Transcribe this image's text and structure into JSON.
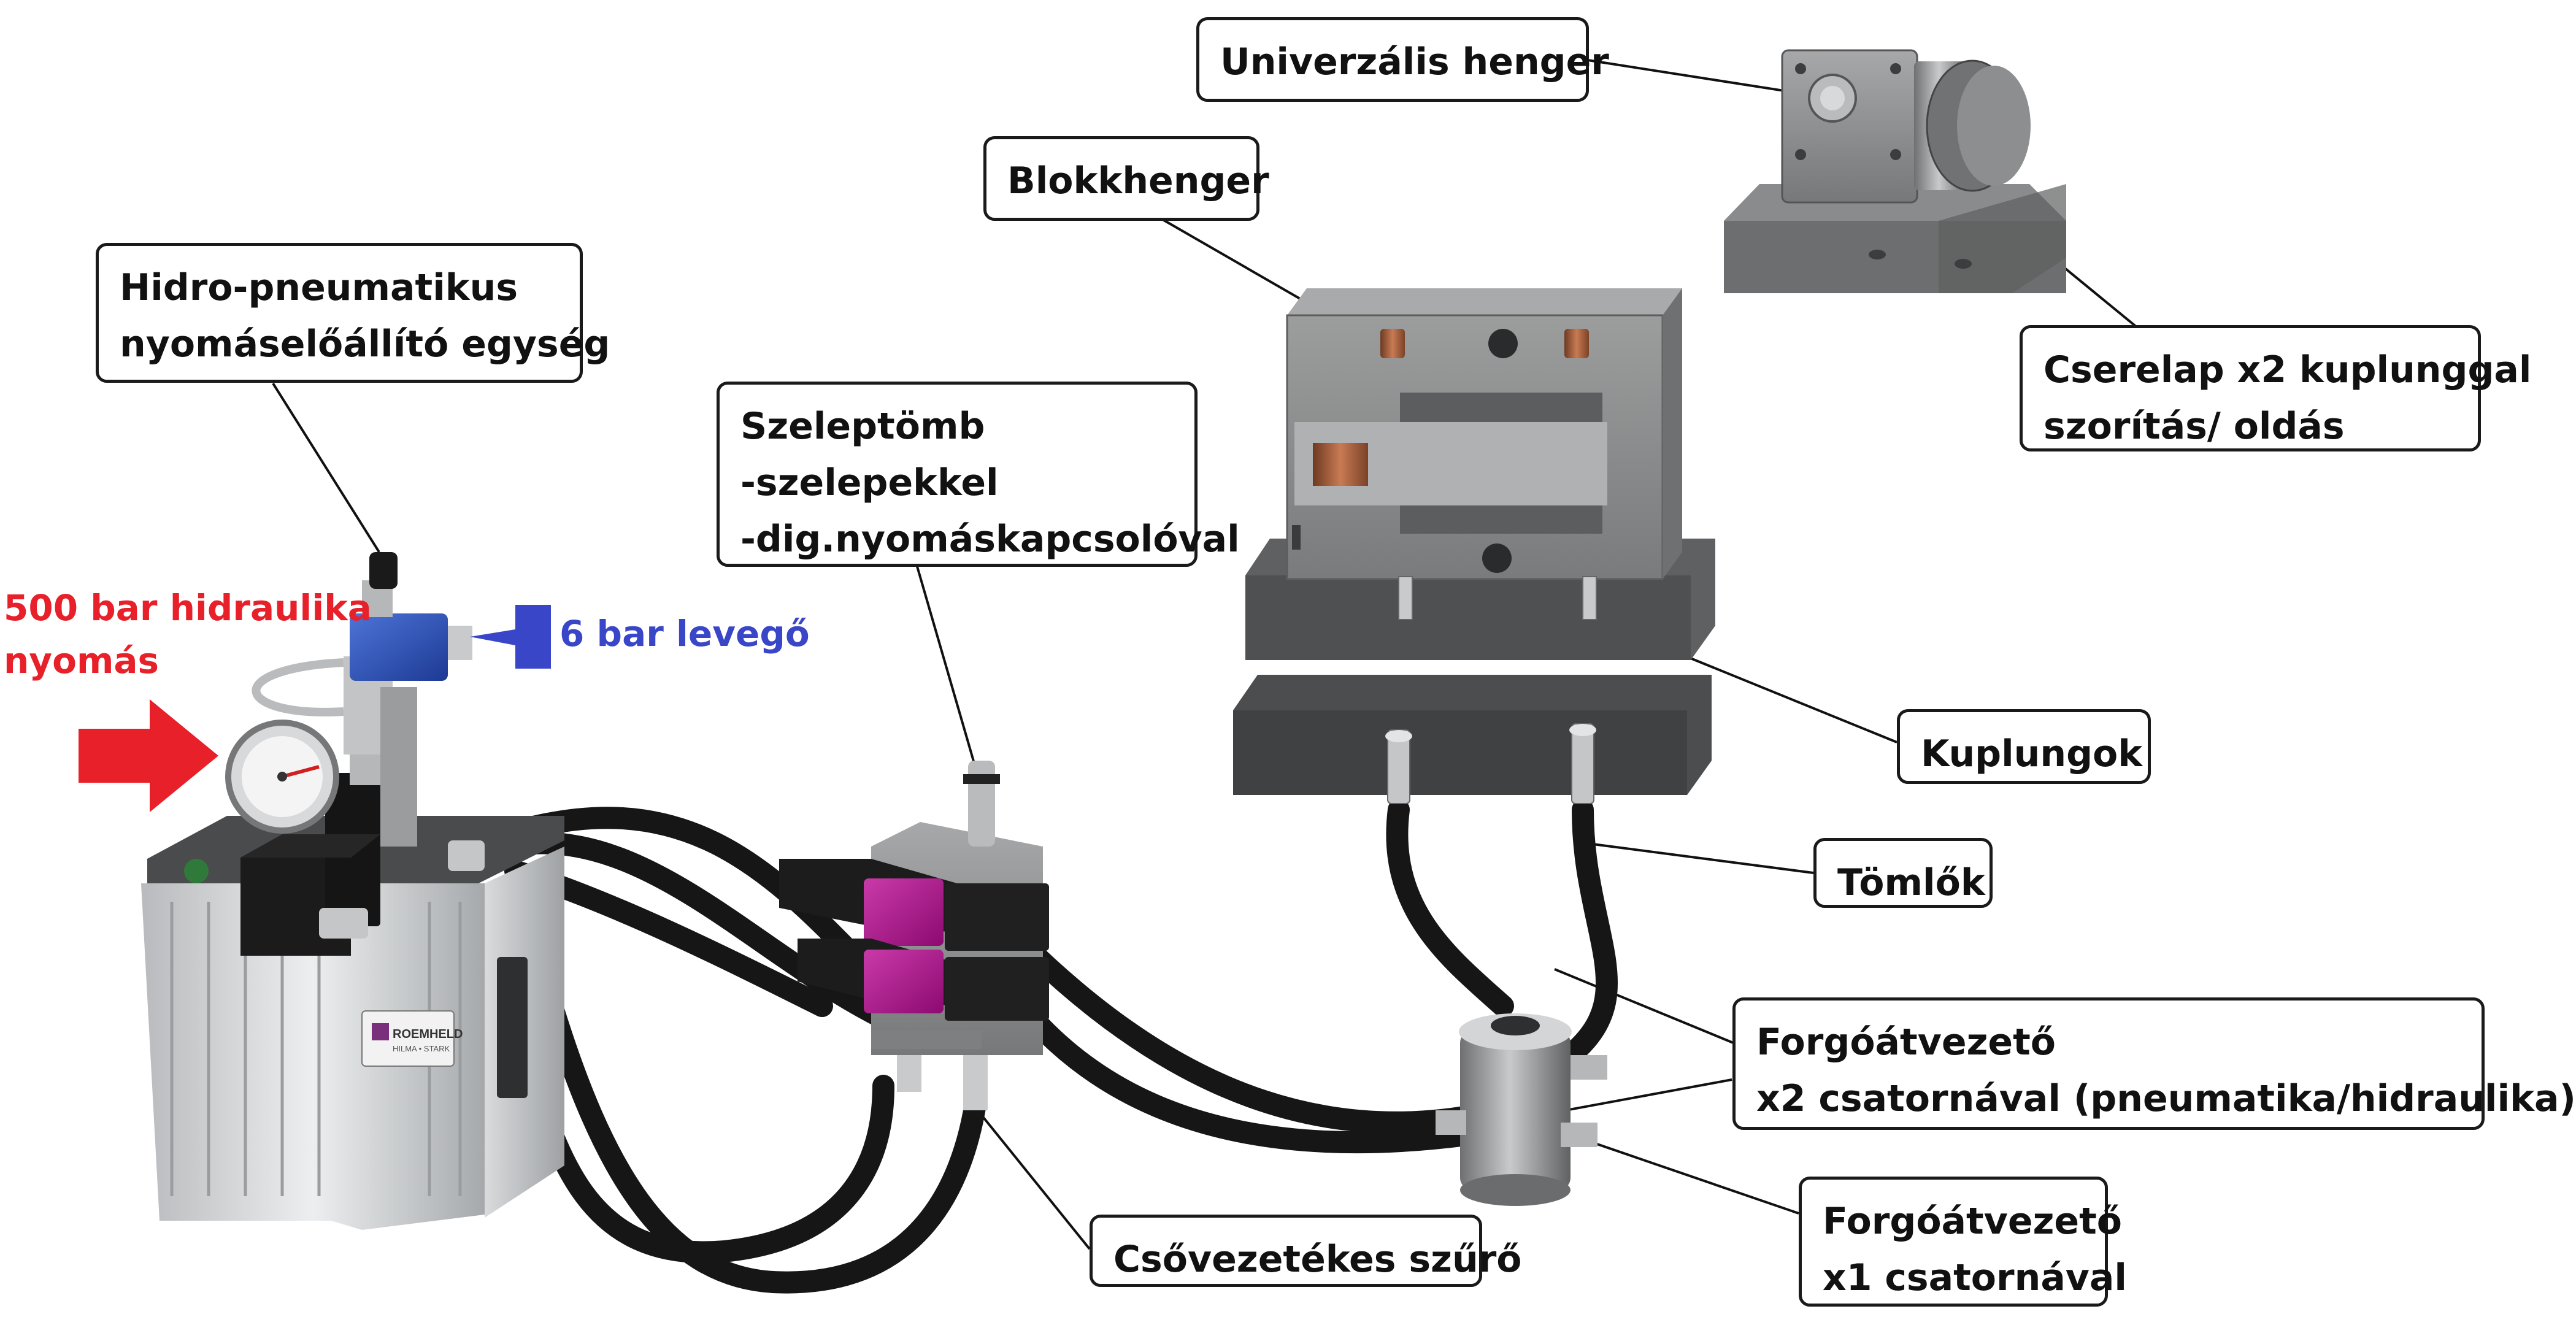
{
  "labels": {
    "univerzalis": "Univerzális henger",
    "blokkhenger": "Blokkhenger",
    "hidro": [
      "Hidro-pneumatikus",
      "nyomáselőállító egység"
    ],
    "szeleptomb": [
      "Szeleptömb",
      "-szelepekkel",
      "-dig.nyomáskapcsolóval"
    ],
    "cserelap": [
      "Cserelap x2 kuplunggal",
      "szorítás/ oldás"
    ],
    "kuplungok": "Kuplungok",
    "tomlok": "Tömlők",
    "forgo2": [
      "Forgóátvezető",
      "x2 csatornával (pneumatika/hidraulika)"
    ],
    "forgo1": [
      "Forgóátvezető",
      "x1 csatornával"
    ],
    "szuro": "Csővezetékes szűrő"
  },
  "pressure": {
    "hydraulic": [
      "500 bar hidraulika",
      "nyomás"
    ],
    "air": "6 bar levegő"
  },
  "brand": {
    "logo_text": [
      "ROEMHELD",
      "HILMA • STARK"
    ]
  },
  "colors": {
    "hydraulic_arrow": "#e8202a",
    "air_arrow": "#3a46c8",
    "valve_magenta": "#b0108f",
    "regulator_blue": "#2a4fb0",
    "hose": "#161616",
    "steel": "#8e8f90"
  }
}
